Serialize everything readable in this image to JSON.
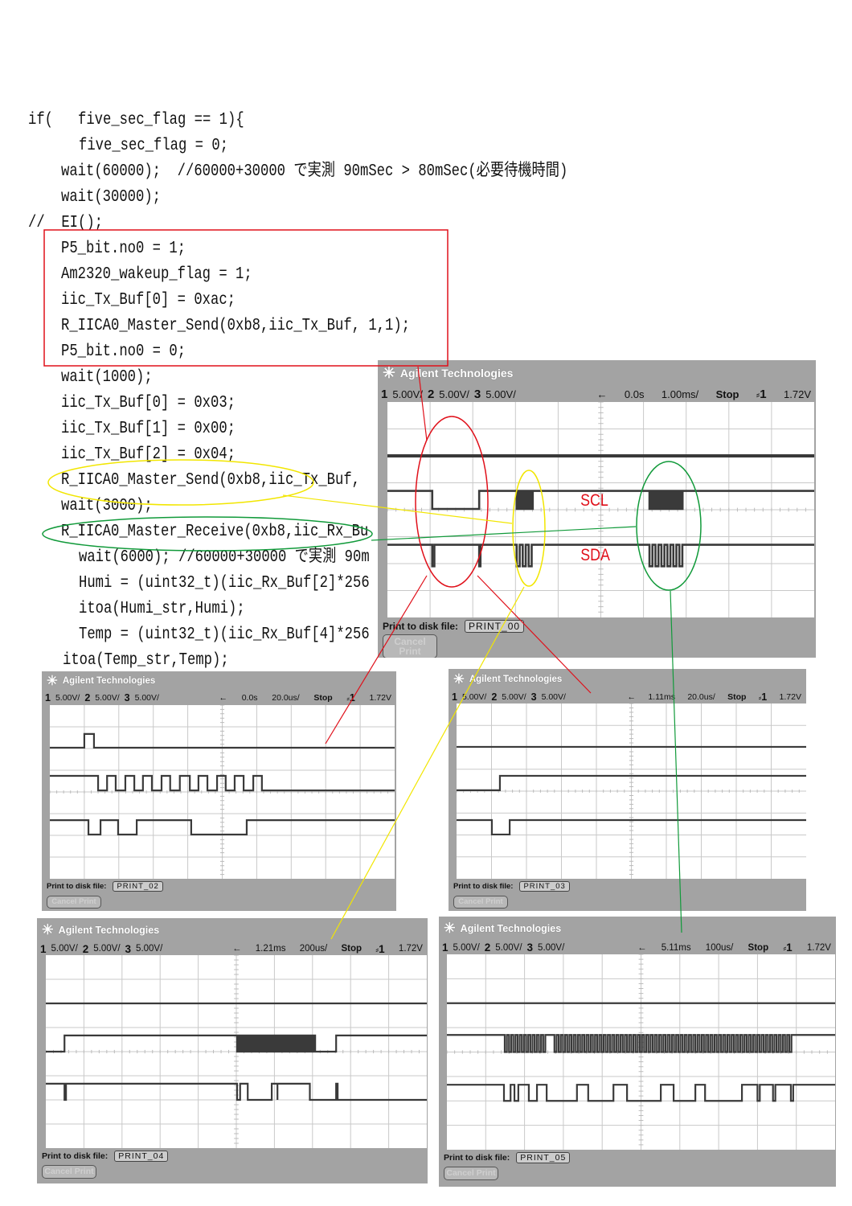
{
  "code": {
    "lines": [
      "if(   five_sec_flag == 1){",
      "five_sec_flag = 0;",
      "wait(60000);  //60000+30000 で実測 90mSec > 80mSec(必要待機時間)",
      "wait(30000);",
      "//  EI();",
      "P5_bit.no0 = 1;",
      "Am2320_wakeup_flag = 1;",
      "iic_Tx_Buf[0] = 0xac;",
      "R_IICA0_Master_Send(0xb8,iic_Tx_Buf, 1,1);",
      "P5_bit.no0 = 0;",
      "wait(1000);",
      "iic_Tx_Buf[0] = 0x03;",
      "iic_Tx_Buf[1] = 0x00;",
      "iic_Tx_Buf[2] = 0x04;",
      "R_IICA0_Master_Send(0xb8,iic_Tx_Buf,",
      "wait(3000);",
      "R_IICA0_Master_Receive(0xb8,iic_Rx_Bu",
      "wait(6000); //60000+30000 で実測 90m",
      "Humi = (uint32_t)(iic_Rx_Buf[2]*256",
      "itoa(Humi_str,Humi);",
      "Temp = (uint32_t)(iic_Rx_Buf[4]*256",
      "itoa(Temp_str,Temp);"
    ]
  },
  "annotations": {
    "scl": "SCL",
    "sda": "SDA",
    "red": "#e0101a",
    "yellow": "#f2e600",
    "green": "#119a3a"
  },
  "scopes": [
    {
      "brand": "Agilent Technologies",
      "ch1": "5.00V/",
      "ch2": "5.00V/",
      "ch3": "5.00V/",
      "delay": "0.0s",
      "timebase": "1.00ms/",
      "status": "Stop",
      "trigger": "1",
      "level": "1.72V",
      "print_label": "Print to disk file:",
      "file": "PRINT_00",
      "cancel": "Cancel Print"
    },
    {
      "brand": "Agilent Technologies",
      "ch1": "5.00V/",
      "ch2": "5.00V/",
      "ch3": "5.00V/",
      "delay": "0.0s",
      "timebase": "20.0us/",
      "status": "Stop",
      "trigger": "1",
      "level": "1.72V",
      "print_label": "Print to disk file:",
      "file": "PRINT_02",
      "cancel": "Cancel Print"
    },
    {
      "brand": "Agilent Technologies",
      "ch1": "5.00V/",
      "ch2": "5.00V/",
      "ch3": "5.00V/",
      "delay": "1.11ms",
      "timebase": "20.0us/",
      "status": "Stop",
      "trigger": "1",
      "level": "1.72V",
      "print_label": "Print to disk file:",
      "file": "PRINT_03",
      "cancel": "Cancel Print"
    },
    {
      "brand": "Agilent Technologies",
      "ch1": "5.00V/",
      "ch2": "5.00V/",
      "ch3": "5.00V/",
      "delay": "1.21ms",
      "timebase": "200us/",
      "status": "Stop",
      "trigger": "1",
      "level": "1.72V",
      "print_label": "Print to disk file:",
      "file": "PRINT_04",
      "cancel": "Cancel Print"
    },
    {
      "brand": "Agilent Technologies",
      "ch1": "5.00V/",
      "ch2": "5.00V/",
      "ch3": "5.00V/",
      "delay": "5.11ms",
      "timebase": "100us/",
      "status": "Stop",
      "trigger": "1",
      "level": "1.72V",
      "print_label": "Print to disk file:",
      "file": "PRINT_05",
      "cancel": "Cancel Print"
    }
  ]
}
